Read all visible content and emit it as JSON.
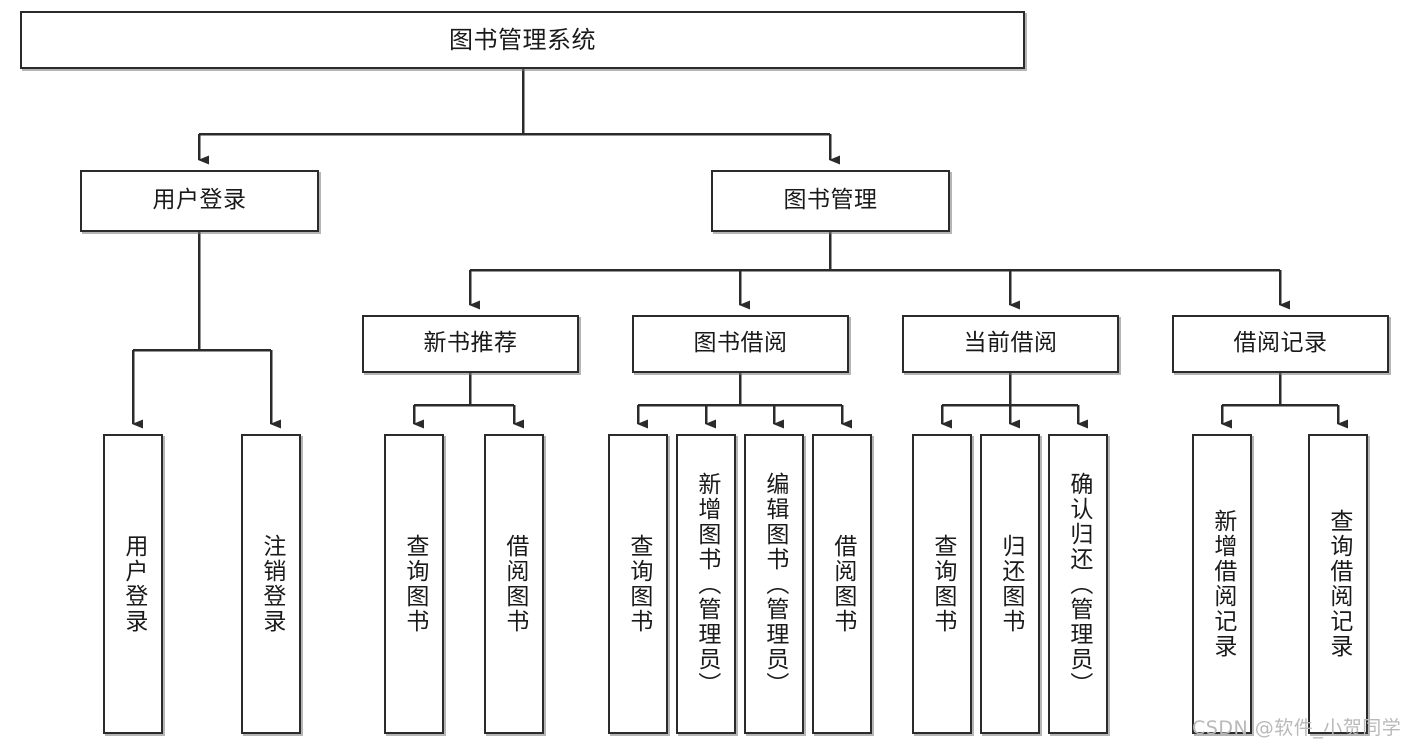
{
  "diagram": {
    "title": "图书管理系统",
    "type": "tree",
    "orientation": "top-down",
    "colors": {
      "box_border": "#2b2b2b",
      "box_fill": "#ffffff",
      "edge": "#2b2b2b",
      "text": "#1a1a1a",
      "watermark": "#b9b9b9",
      "background": "#ffffff"
    }
  },
  "watermark": {
    "text": "CSDN @软件_小贺同学"
  },
  "nodes": {
    "root": {
      "label": "图书管理系统"
    },
    "level2": [
      {
        "id": "user-login",
        "label": "用户登录"
      },
      {
        "id": "book-management",
        "label": "图书管理"
      }
    ],
    "level3": [
      {
        "id": "new-book-recommend",
        "label": "新书推荐"
      },
      {
        "id": "book-borrow",
        "label": "图书借阅"
      },
      {
        "id": "current-borrow",
        "label": "当前借阅"
      },
      {
        "id": "borrow-record",
        "label": "借阅记录"
      }
    ],
    "leaves": [
      {
        "id": "leaf-user-login",
        "label": "用户登录",
        "parent": "user-login"
      },
      {
        "id": "leaf-user-logout",
        "label": "注销登录",
        "parent": "user-login"
      },
      {
        "id": "leaf-query-book-1",
        "label": "查询图书",
        "parent": "new-book-recommend"
      },
      {
        "id": "leaf-borrow-book-1",
        "label": "借阅图书",
        "parent": "new-book-recommend"
      },
      {
        "id": "leaf-query-book-2",
        "label": "查询图书",
        "parent": "book-borrow"
      },
      {
        "id": "leaf-add-book",
        "label": "新增图书（管理员）",
        "parent": "book-borrow"
      },
      {
        "id": "leaf-edit-book",
        "label": "编辑图书（管理员）",
        "parent": "book-borrow"
      },
      {
        "id": "leaf-borrow-book-2",
        "label": "借阅图书",
        "parent": "book-borrow"
      },
      {
        "id": "leaf-query-book-3",
        "label": "查询图书",
        "parent": "current-borrow"
      },
      {
        "id": "leaf-return-book",
        "label": "归还图书",
        "parent": "current-borrow"
      },
      {
        "id": "leaf-confirm-return",
        "label": "确认归还（管理员）",
        "parent": "current-borrow"
      },
      {
        "id": "leaf-add-record",
        "label": "新增借阅记录",
        "parent": "borrow-record"
      },
      {
        "id": "leaf-query-record",
        "label": "查询借阅记录",
        "parent": "borrow-record"
      }
    ]
  }
}
